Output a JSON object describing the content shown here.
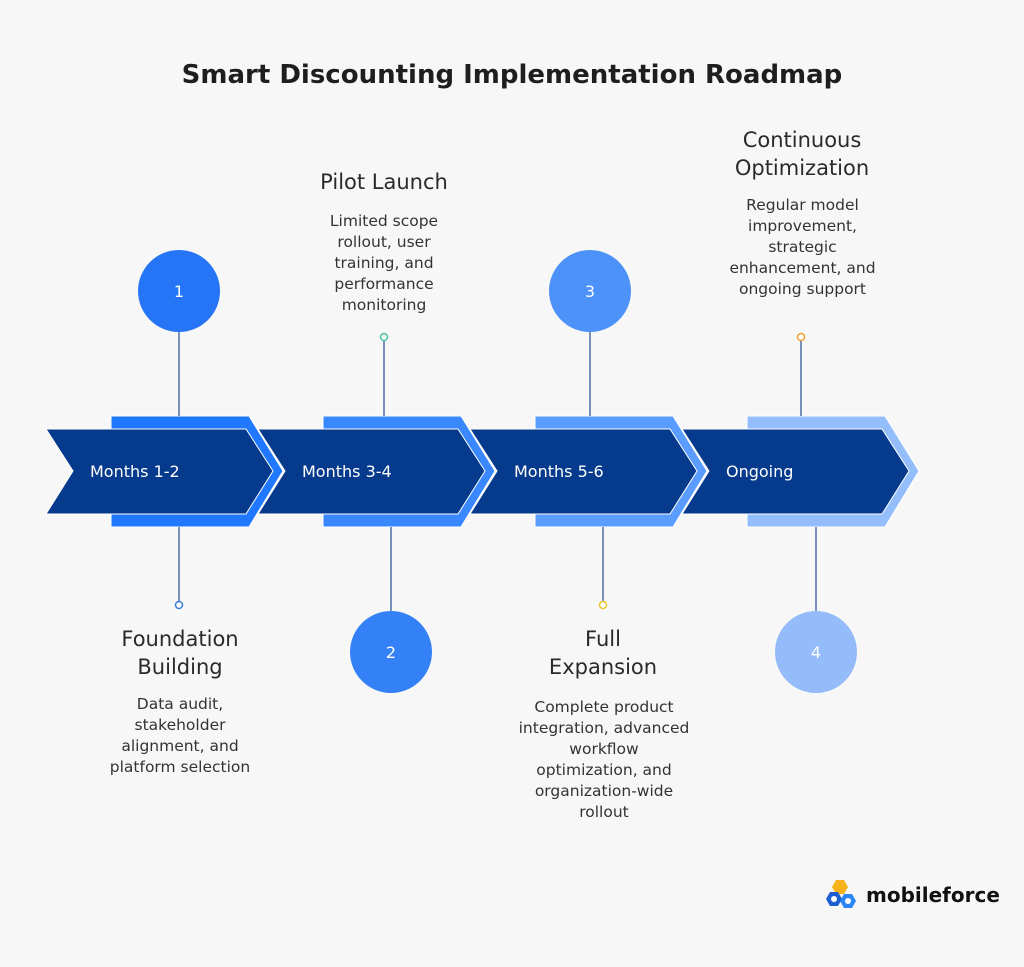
{
  "title": "Smart Discounting Implementation Roadmap",
  "phases": [
    {
      "number": "1",
      "period": "Months 1-2",
      "heading": "Foundation Building",
      "description": "Data audit, stakeholder alignment, and platform selection",
      "circle_color": "#2575f6",
      "back_color": "#1f78ff",
      "dot_color": "#3a7bd5"
    },
    {
      "number": "2",
      "period": "Months 3-4",
      "heading": "Pilot Launch",
      "description": "Limited scope rollout, user training, and performance monitoring",
      "circle_color": "#3481f7",
      "back_color": "#3a88ff",
      "dot_color": "#4cc3a0"
    },
    {
      "number": "3",
      "period": "Months 5-6",
      "heading": "Full Expansion",
      "description": "Complete product integration, advanced workflow optimization, and organization-wide rollout",
      "circle_color": "#4c92f8",
      "back_color": "#5a9cff",
      "dot_color": "#e8c62a"
    },
    {
      "number": "4",
      "period": "Ongoing",
      "heading": "Continuous Optimization",
      "description": "Regular model improvement, strategic enhancement, and ongoing support",
      "circle_color": "#94bcfb",
      "back_color": "#94bdfc",
      "dot_color": "#f0a030"
    }
  ],
  "chevron_color": "#063a8c",
  "logo": {
    "text": "mobileforce"
  }
}
